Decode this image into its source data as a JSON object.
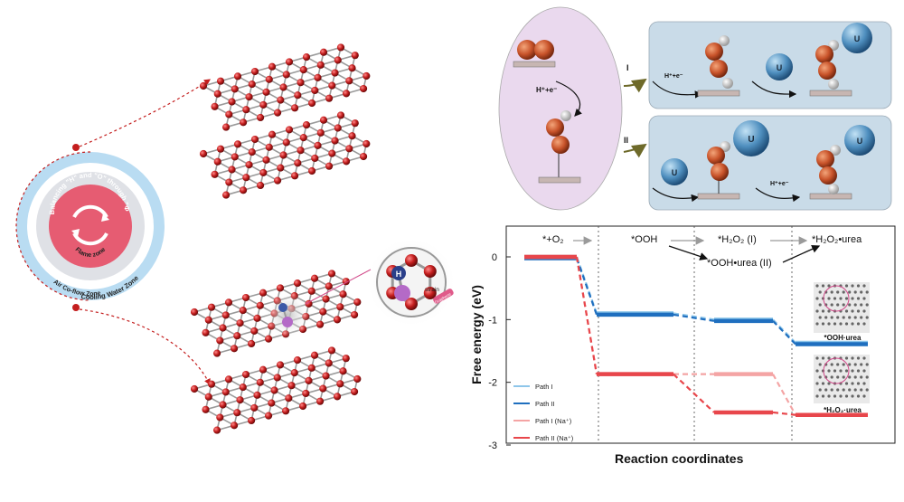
{
  "burner": {
    "inner_text": "Balancing \"H\" and \"O\" through \"Φ\"",
    "flame_zone": "Flame zone",
    "coflow_zone": "Air Co-flow Zone",
    "cooling_zone": "Cooling Water Zone"
  },
  "inset": {
    "atom_label": "H",
    "strain_label": "strain",
    "sheet_label": "Graphene"
  },
  "mechanism": {
    "path1_label": "I",
    "path2_label": "II",
    "step_label": "H⁺+e⁻",
    "urea_label": "U"
  },
  "colors": {
    "path1": "#8ec6ea",
    "path2": "#1f6fbf",
    "path1_na": "#f4a4a4",
    "path2_na": "#e8464b",
    "oxygen": "#c8532a",
    "urea": "#4f8fbf",
    "panel_bg": "#c9dbe8",
    "circle_bg": "#ead9ee",
    "graphene_atom": "#c41e1e"
  },
  "chart_data": {
    "type": "line",
    "xlabel": "Reaction coordinates",
    "ylabel": "Free energy (eV)",
    "ylim": [
      -3,
      0.4
    ],
    "yticks": [
      0,
      -1,
      -2,
      -3
    ],
    "grid": false,
    "legend_position": "bottom-left",
    "steps": [
      {
        "id": "s1",
        "label": "*+O₂"
      },
      {
        "id": "s2",
        "label": "*OOH"
      },
      {
        "id": "s3",
        "label": "*H₂O₂ (I)"
      },
      {
        "id": "s3b",
        "label": "*OOH•urea (II)"
      },
      {
        "id": "s4",
        "label": "*H₂O₂•urea"
      }
    ],
    "series": [
      {
        "name": "Path I",
        "values": [
          0,
          -0.9,
          -1.0,
          -1.37
        ]
      },
      {
        "name": "Path II",
        "values": [
          0,
          -0.9,
          -1.0,
          -1.37
        ]
      },
      {
        "name": "Path I (Na⁺)",
        "values": [
          0,
          -1.87,
          -1.87,
          -2.52
        ]
      },
      {
        "name": "Path II (Na⁺)",
        "values": [
          0,
          -1.87,
          -2.48,
          -2.52
        ]
      }
    ],
    "annotations": [
      "*OOH·urea",
      "*H₂O₂·urea"
    ]
  }
}
